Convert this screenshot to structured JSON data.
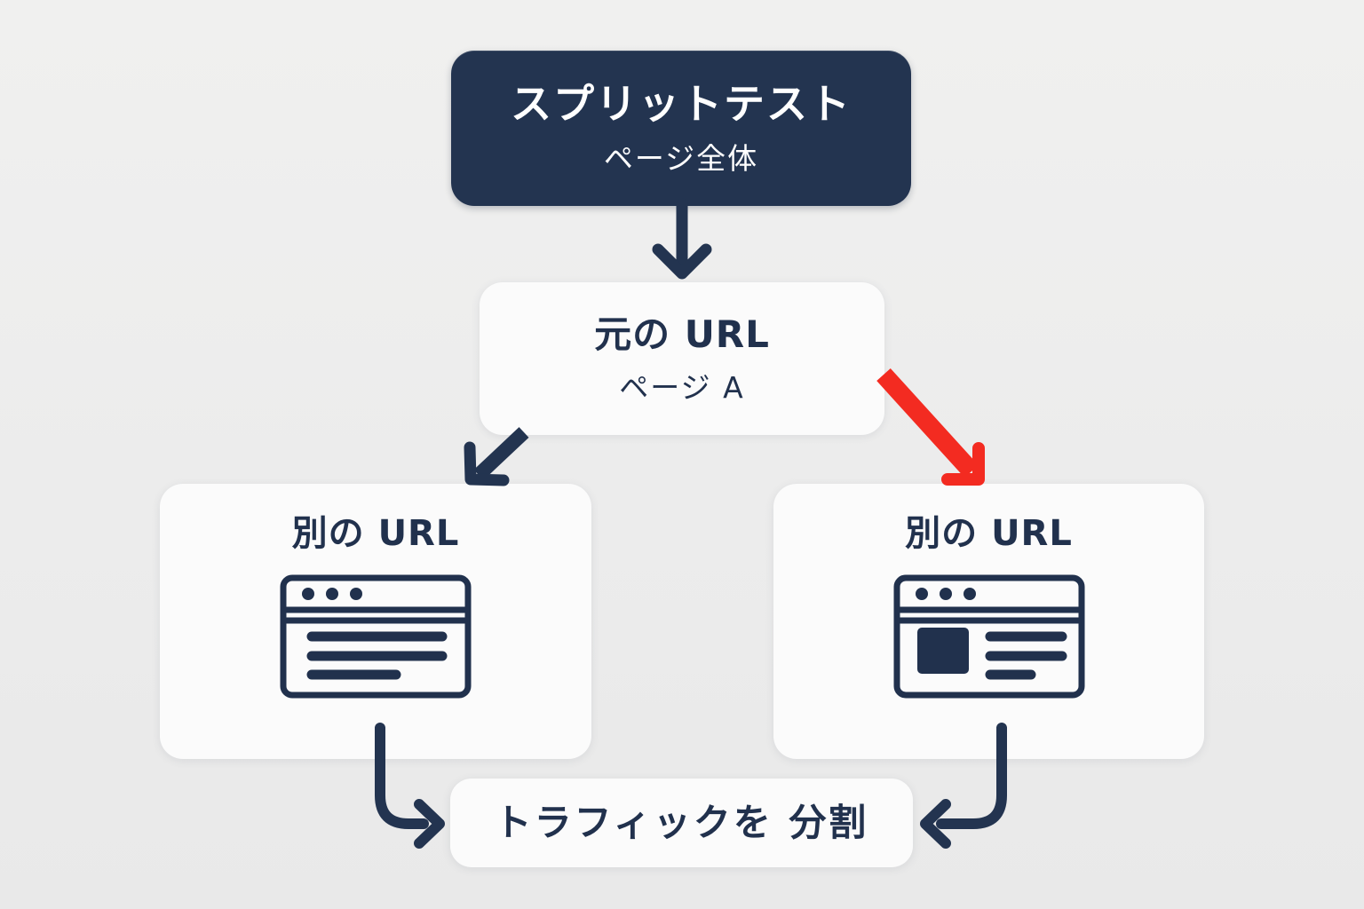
{
  "colors": {
    "background": "#ececec",
    "navy": "#223450",
    "card_white": "#fbfbfb",
    "red": "#f32b21",
    "text_navy": "#21314d",
    "text_white": "#ffffff"
  },
  "nodes": {
    "split_test": {
      "title": "スプリットテスト",
      "subtitle": "ページ全体"
    },
    "original_url": {
      "title": "元の URL",
      "subtitle": "ページ A"
    },
    "variant_left": {
      "title": "別の URL"
    },
    "variant_right": {
      "title": "別の URL"
    },
    "traffic_split": {
      "label": "トラフィックを 分割"
    }
  },
  "icons": {
    "variant_left_icon": "browser-window-text-lines-icon",
    "variant_right_icon": "browser-window-image-and-text-icon",
    "arrow_top": "down-arrow",
    "arrow_diagonal_left": "diagonal-down-left-arrow",
    "arrow_diagonal_right": "diagonal-down-right-red-arrow",
    "arrow_elbow_left": "elbow-down-right-arrow",
    "arrow_elbow_right": "elbow-down-left-arrow"
  }
}
